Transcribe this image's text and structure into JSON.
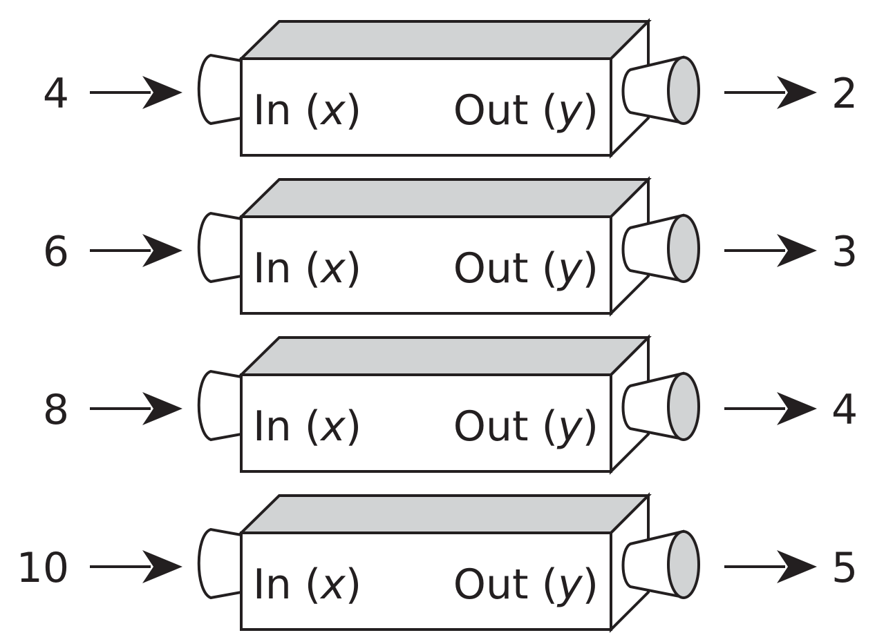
{
  "machine": {
    "in_label": "In",
    "in_var": "x",
    "out_label": "Out",
    "out_var": "y"
  },
  "rows": [
    {
      "input": "4",
      "output": "2"
    },
    {
      "input": "6",
      "output": "3"
    },
    {
      "input": "8",
      "output": "4"
    },
    {
      "input": "10",
      "output": "5"
    }
  ],
  "colors": {
    "stroke": "#231f20",
    "shade": "#d1d3d4",
    "face": "#ffffff"
  }
}
